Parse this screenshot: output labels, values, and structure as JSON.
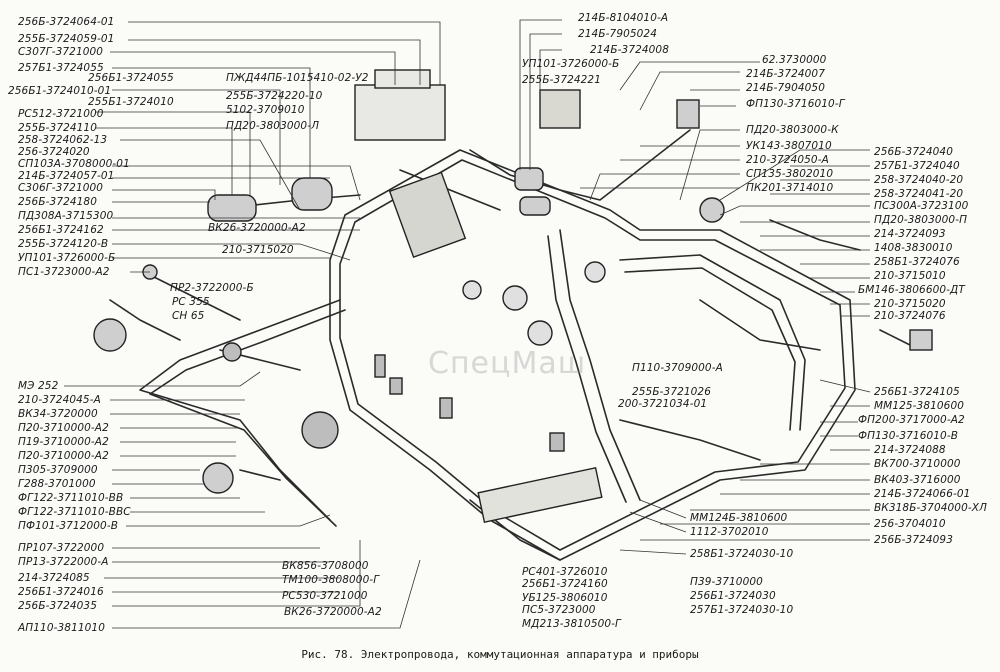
{
  "caption": "Рис. 78. Электропровода, коммутационная аппаратура и приборы",
  "watermark": "СпецМаш",
  "labels_left": [
    "256Б-3724064-01",
    "255Б-3724059-01",
    "С307Г-3721000",
    "257Б1-3724055",
    "256Б1-3724010-01",
    "РС512-3721000",
    "255Б-3724110",
    "258-3724062-13",
    "256-3724020",
    "СП103А-3708000-01",
    "214Б-3724057-01",
    "С306Г-3721000",
    "256Б-3724180",
    "ПД308А-3715300",
    "256Б1-3724162",
    "255Б-3724120-В",
    "УП101-3726000-Б",
    "ПС1-3723000-А2",
    "МЭ 252",
    "210-3724045-А",
    "ВК34-3720000",
    "П20-3710000-А2",
    "П19-3710000-А2",
    "П20-3710000-А2",
    "П305-3709000",
    "Г288-3701000",
    "ФГ122-3711010-ВВ",
    "ФГ122-3711010-ВВС",
    "ПФ101-3712000-В",
    "ПР107-3722000",
    "ПР13-3722000-А",
    "214-3724085",
    "256Б1-3724016",
    "256Б-3724035",
    "АП110-3811010"
  ],
  "labels_inner": [
    "256Б1-3724055",
    "255Б1-3724010",
    "ПЖД44ПБ-1015410-02-У2",
    "255Б-3724220-10",
    "5102-3709010",
    "ПД20-3803000-Л",
    "ВК26-3720000-А2",
    "210-3715020",
    "ПР2-3722000-Б",
    "РС 355",
    "СН 65",
    "УП101-3726000-Б",
    "255Б-3724221",
    "214Б-8104010-А",
    "214Б-7905024",
    "214Б-3724008",
    "П110-3709000-А",
    "255Б-3721026",
    "200-3721034-01"
  ],
  "labels_right": [
    "62.3730000",
    "214Б-3724007",
    "214Б-7904050",
    "ФП130-3716010-Г",
    "ПД20-3803000-К",
    "УК143-3807010",
    "210-3724050-А",
    "СП135-3802010",
    "ПК201-3714010",
    "256Б-3724040",
    "257Б1-3724040",
    "258-3724040-20",
    "258-3724041-20",
    "ПС300А-3723100",
    "ПД20-3803000-П",
    "214-3724093",
    "1408-3830010",
    "258Б1-3724076",
    "210-3715010",
    "БМ146-3806600-ДТ",
    "210-3715020",
    "210-3724076",
    "256Б1-3724105",
    "ММ125-3810600",
    "ФП200-3717000-А2",
    "ФП130-3716010-В",
    "214-3724088",
    "ВК700-3710000",
    "ВК403-3716000",
    "214Б-3724066-01",
    "ВК318Б-3704000-ХЛ",
    "256-3704010",
    "256Б-3724093"
  ],
  "labels_bottom": [
    "ММ124Б-3810600",
    "1112-3702010",
    "258Б1-3724030-10",
    "ВК856-3708000",
    "ТМ100-3808000-Г",
    "РС530-3721000",
    "ВК26-3720000-А2",
    "РС401-3726010",
    "256Б1-3724160",
    "УБ125-3806010",
    "ПС5-3723000",
    "МД213-3810500-Г",
    "П39-3710000",
    "256Б1-3724030",
    "257Б1-3724030-10"
  ]
}
